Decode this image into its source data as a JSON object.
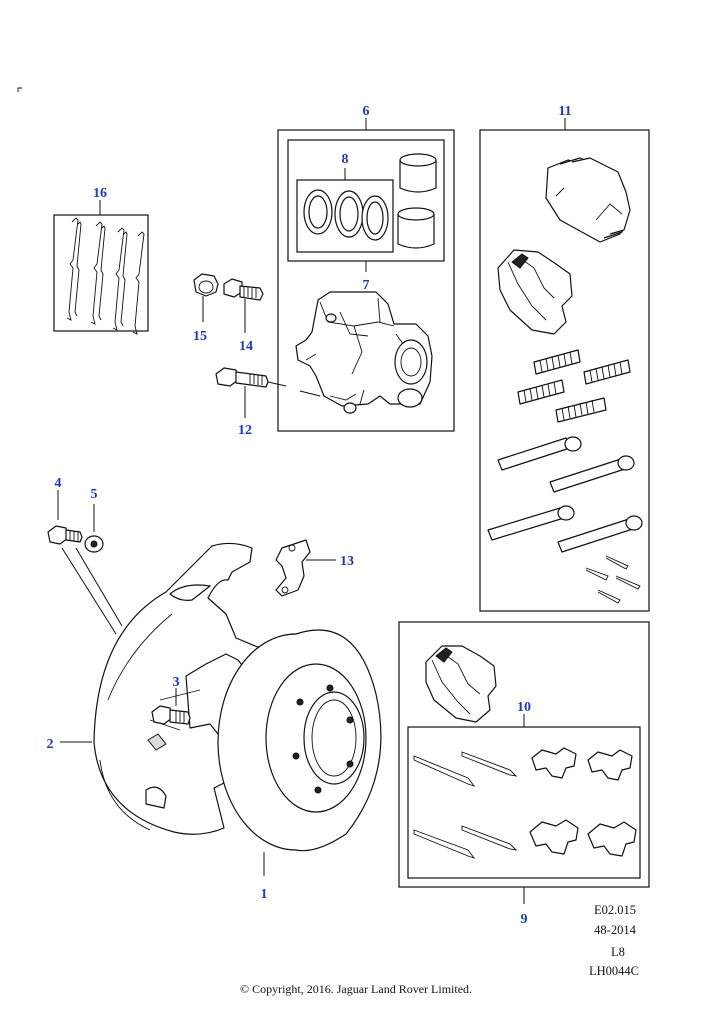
{
  "callouts": {
    "c1": "1",
    "c2": "2",
    "c3": "3",
    "c4": "4",
    "c5": "5",
    "c6": "6",
    "c7": "7",
    "c8": "8",
    "c9": "9",
    "c10": "10",
    "c11": "11",
    "c12": "12",
    "c13": "13",
    "c14": "14",
    "c15": "15",
    "c16": "16"
  },
  "reference": {
    "code": "E02.015",
    "date": "48-2014",
    "level": "L8",
    "illustration_id": "LH0044C"
  },
  "copyright": "© Copyright, 2016. Jaguar Land Rover Limited.",
  "colors": {
    "callout": "#1c39c4",
    "line": "#111111"
  }
}
